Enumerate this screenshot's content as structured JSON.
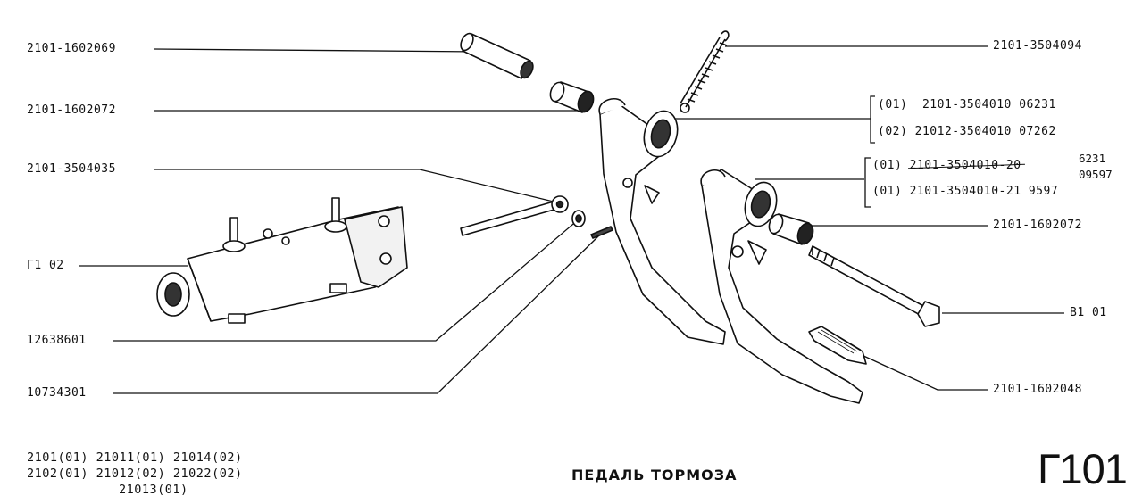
{
  "callouts": {
    "part_1602069": "2101-1602069",
    "part_1602072_left": "2101-1602072",
    "part_3504035": "2101-3504035",
    "part_g102": "Г1 02",
    "part_12638601": "12638601",
    "part_10734301": "10734301",
    "part_3504094": "2101-3504094",
    "pedal_bracket_01": "(01)  2101-3504010 06231",
    "pedal_bracket_02": "(02) 21012-3504010 07262",
    "brake_pedal_01_prefix": "(01) ",
    "brake_pedal_01_struck": "2101-3504010-20",
    "brake_pedal_01_sup": "6231",
    "brake_pedal_01_sub": "09597",
    "brake_pedal_02": "(01) 2101-3504010-21 9597",
    "part_1602072_right": "2101-1602072",
    "part_b101": "В1 01",
    "part_1602048": "2101-1602048"
  },
  "models": {
    "row1": "2101(01) 21011(01) 21014(02)",
    "row2": "2102(01) 21012(02) 21022(02)",
    "row3": "21013(01)"
  },
  "title": "ПЕДАЛЬ ТОРМОЗА",
  "page_number": "Г101"
}
